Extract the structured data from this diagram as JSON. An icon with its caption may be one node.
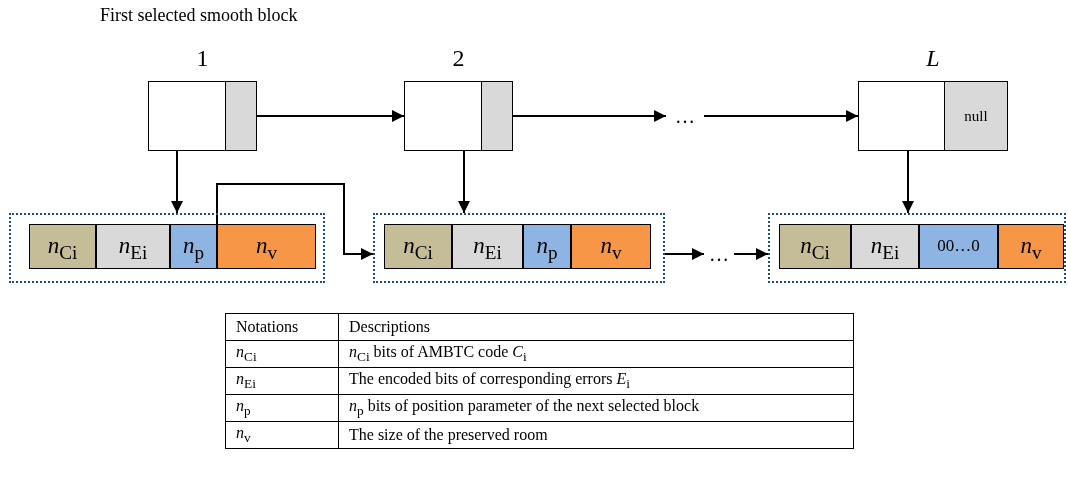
{
  "diagram": {
    "nodes": [
      {
        "text": [
          "1"
        ],
        "beside": [
          "First selected smooth block"
        ]
      },
      {
        "text": [
          "2"
        ]
      },
      {
        "text": [
          "…"
        ]
      },
      {
        "text": [
          "L",
          "null"
        ]
      },
      {
        "text": [],
        "shape": "box"
      },
      {
        "text": [
          "*n*$_{Ci}$"
        ],
        "in": 4
      },
      {
        "text": [
          "*n*$_{Ei}$"
        ],
        "in": 4
      },
      {
        "text": [
          "*n*$_{p}$"
        ],
        "in": 4
      },
      {
        "text": [
          "*n*$_{v}$"
        ],
        "in": 4
      },
      {
        "text": [],
        "shape": "box"
      },
      {
        "text": [
          "*n*$_{Ci}$"
        ],
        "in": 9
      },
      {
        "text": [
          "*n*$_{Ei}$"
        ],
        "in": 9
      },
      {
        "text": [
          "*n*$_{p}$"
        ],
        "in": 9
      },
      {
        "text": [
          "*n*$_{v}$"
        ],
        "in": 9
      },
      {
        "text": [
          "…"
        ]
      },
      {
        "text": [],
        "shape": "box"
      },
      {
        "text": [
          "*n*$_{Ci}$"
        ],
        "in": 15
      },
      {
        "text": [
          "*n*$_{Ei}$"
        ],
        "in": 15
      },
      {
        "text": [
          "00…0"
        ],
        "in": 15
      },
      {
        "text": [
          "*n*$_{v}$"
        ],
        "in": 15
      }
    ],
    "edges": [
      {
        "from": 0,
        "to": 1,
        "arrow": "to"
      },
      {
        "from": 1,
        "to": 2,
        "arrow": "to"
      },
      {
        "from": 2,
        "to": 3,
        "arrow": "to"
      },
      {
        "from": 0,
        "to": 4,
        "arrow": "to"
      },
      {
        "from": 1,
        "to": 9,
        "arrow": "to"
      },
      {
        "from": 3,
        "to": 15,
        "arrow": "to"
      },
      {
        "from": 7,
        "to": 9,
        "arrow": "to"
      },
      {
        "from": 9,
        "to": 14,
        "arrow": "to"
      },
      {
        "from": 14,
        "to": 15,
        "arrow": "to"
      }
    ],
    "labels": [
      "Notations",
      "Descriptions",
      "*n*$_{Ci}$",
      "*n*$_{Ci}$ bits of AMBTC code *C*$_{i}$",
      "*n*$_{Ei}$",
      "The encoded bits of corresponding errors *E*$_{i}$",
      "*n*$_{p}$",
      "*n*$_{p}$ bits of position parameter of the next selected block",
      "*n*$_{v}$",
      "The size of the preserved room"
    ]
  }
}
